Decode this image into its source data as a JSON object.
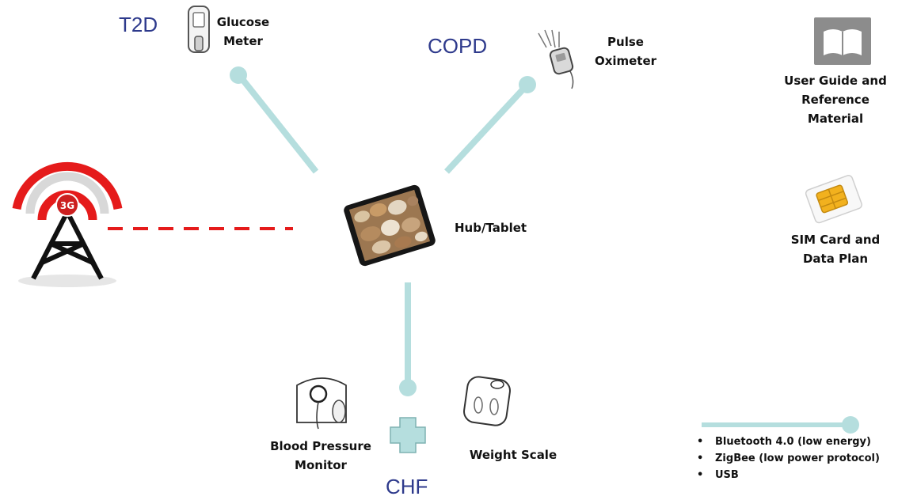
{
  "conditions": {
    "t2d": "T2D",
    "copd": "COPD",
    "chf": "CHF"
  },
  "devices": {
    "glucose_meter": [
      "Glucose",
      "Meter"
    ],
    "pulse_oximeter": [
      "Pulse",
      "Oximeter"
    ],
    "hub": "Hub/Tablet",
    "blood_pressure": [
      "Blood Pressure",
      "Monitor"
    ],
    "weight_scale": "Weight Scale"
  },
  "resources": {
    "user_guide": [
      "User Guide and",
      "Reference",
      "Material"
    ],
    "sim_card": [
      "SIM Card and",
      "Data Plan"
    ]
  },
  "tower": {
    "badge": "3G"
  },
  "legend": {
    "items": [
      "Bluetooth 4.0 (low energy)",
      "ZigBee (low power protocol)",
      "USB"
    ]
  },
  "colors": {
    "connector": "#b5dede",
    "cellular_link": "#e51b1b",
    "condition_text": "#2e3a8c",
    "book_icon": "#8c8c8c",
    "tower_badge": "#cc1f1f"
  }
}
